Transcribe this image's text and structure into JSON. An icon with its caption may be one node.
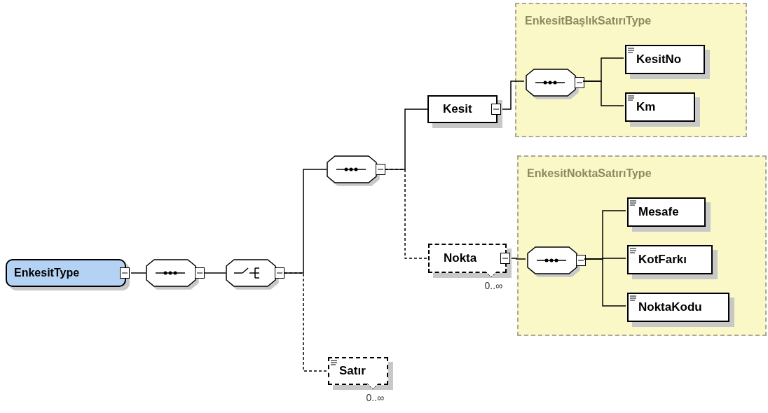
{
  "diagram": {
    "nodes": [
      {
        "text": [
          "EnkesitType"
        ]
      },
      {
        "text": [],
        "shape": "octagon"
      },
      {
        "text": [],
        "shape": "octagon"
      },
      {
        "text": [],
        "shape": "octagon"
      },
      {
        "text": [
          "Kesit"
        ]
      },
      {
        "text": [
          "EnkesitBaşlıkSatırıType"
        ]
      },
      {
        "text": [],
        "shape": "octagon",
        "in": 5
      },
      {
        "text": [
          "KesitNo"
        ],
        "in": 5
      },
      {
        "text": [
          "Km"
        ],
        "in": 5
      },
      {
        "text": [
          "Nokta"
        ],
        "beside": [
          "0..∞"
        ]
      },
      {
        "text": [
          "EnkesitNoktaSatırıType"
        ]
      },
      {
        "text": [],
        "shape": "octagon",
        "in": 10
      },
      {
        "text": [
          "Mesafe"
        ],
        "in": 10
      },
      {
        "text": [
          "KotFarkı"
        ],
        "in": 10
      },
      {
        "text": [
          "NoktaKodu"
        ],
        "in": 10
      },
      {
        "text": [
          "Satır"
        ],
        "beside": [
          "0..∞"
        ]
      }
    ],
    "edges": [
      {
        "from": 0,
        "to": 1,
        "arrow": "none"
      },
      {
        "from": 1,
        "to": 2,
        "arrow": "none"
      },
      {
        "from": 2,
        "to": 3,
        "arrow": "none"
      },
      {
        "from": 2,
        "to": 15,
        "arrow": "none",
        "style": "dashed"
      },
      {
        "from": 3,
        "to": 4,
        "arrow": "none"
      },
      {
        "from": 3,
        "to": 9,
        "arrow": "none",
        "style": "dashed"
      },
      {
        "from": 4,
        "to": 6,
        "arrow": "none"
      },
      {
        "from": 6,
        "to": 7,
        "arrow": "none"
      },
      {
        "from": 6,
        "to": 8,
        "arrow": "none"
      },
      {
        "from": 9,
        "to": 11,
        "arrow": "none"
      },
      {
        "from": 11,
        "to": 12,
        "arrow": "none"
      },
      {
        "from": 11,
        "to": 13,
        "arrow": "none"
      },
      {
        "from": 11,
        "to": 14,
        "arrow": "none"
      }
    ]
  }
}
